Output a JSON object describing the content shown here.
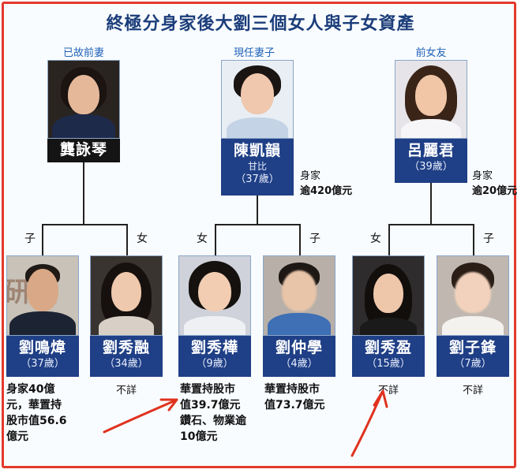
{
  "title": "終極分身家後大劉三個女人與子女資產",
  "relations": {
    "late_wife": "已故前妻",
    "current_wife": "現任妻子",
    "ex_girlfriend": "前女友",
    "son": "子",
    "daughter": "女"
  },
  "parents": [
    {
      "name": "龔詠琴",
      "subtitle": "",
      "age": ""
    },
    {
      "name": "陳凱韻",
      "subtitle": "甘比",
      "age": "（37歲）",
      "wealth_label": "身家",
      "wealth_value": "逾420億元"
    },
    {
      "name": "呂麗君",
      "subtitle": "",
      "age": "（39歲）",
      "wealth_label": "身家",
      "wealth_value": "逾20億元"
    }
  ],
  "children": [
    {
      "name": "劉鳴煒",
      "age": "（37歲）",
      "relation": "子",
      "note_lines": [
        "身家40億",
        "元，華置持",
        "股市值56.6",
        "億元"
      ]
    },
    {
      "name": "劉秀融",
      "age": "（34歲）",
      "relation": "女",
      "note": "不詳"
    },
    {
      "name": "劉秀樺",
      "age": "（9歲）",
      "relation": "女",
      "note_lines": [
        "華置持股市",
        "值39.7億元",
        "鑽石、物業逾",
        "10億元"
      ]
    },
    {
      "name": "劉仲學",
      "age": "（4歲）",
      "relation": "子",
      "note_lines": [
        "華置持股市",
        "值73.7億元"
      ]
    },
    {
      "name": "劉秀盈",
      "age": "（15歲）",
      "relation": "女",
      "note": "不詳"
    },
    {
      "name": "劉子鋒",
      "age": "（7歲）",
      "relation": "子",
      "note": "不詳"
    }
  ],
  "background_sign": "研究",
  "colors": {
    "accent": "#1f3f86",
    "border": "#e23a2c",
    "arrow": "#e0321f",
    "title": "#1b3d7a"
  }
}
